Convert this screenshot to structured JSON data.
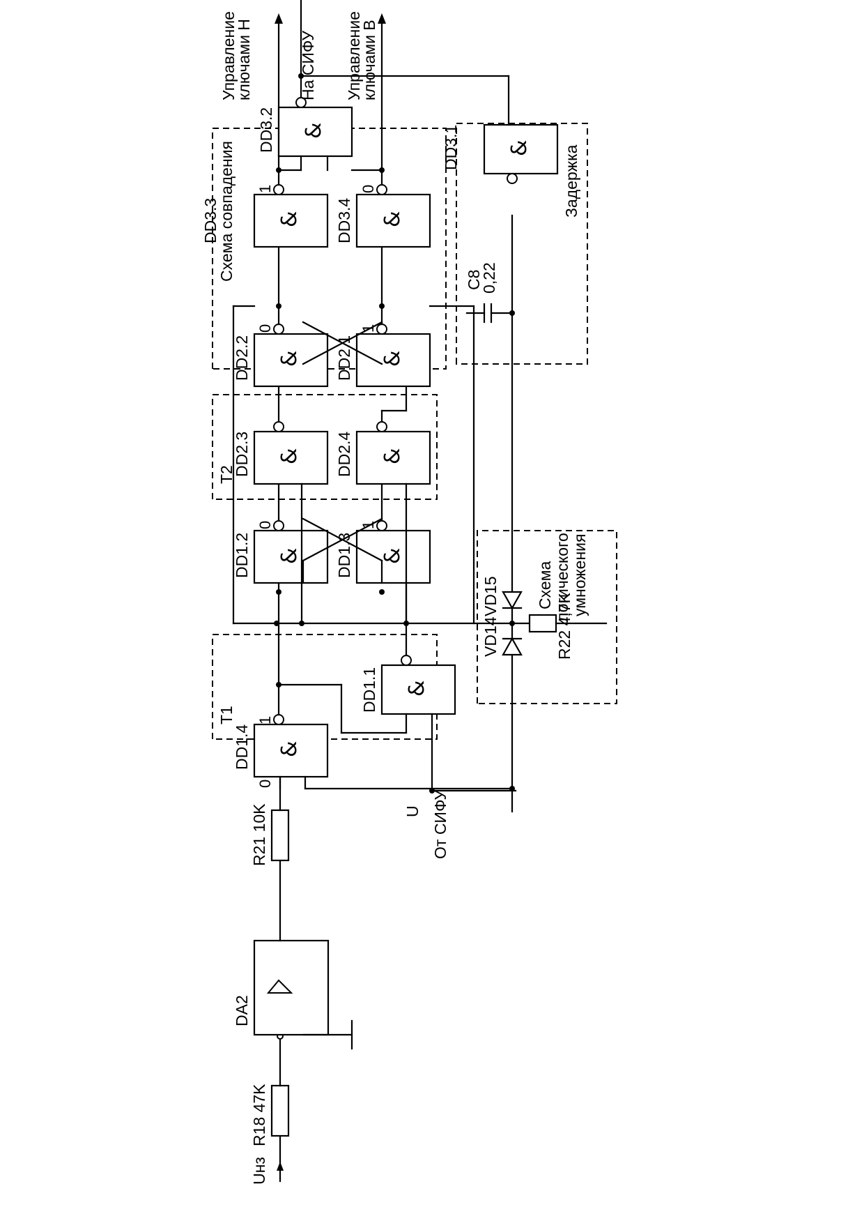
{
  "outputs": {
    "ctrl_n_line1": "Управление",
    "ctrl_n_line2": "ключами Н",
    "to_sifu": "На СИФУ",
    "ctrl_v_line1": "Управление",
    "ctrl_v_line2": "ключами В"
  },
  "blocks": {
    "coincidence": "Схема совпадения",
    "delay": "Задержка",
    "t1": "T1",
    "t2": "T2",
    "logic_mult_line1": "Схема",
    "logic_mult_line2": "логического",
    "logic_mult_line3": "умножения"
  },
  "gates": {
    "symbol": "&",
    "dd1_1": "DD1.1",
    "dd1_2": "DD1.2",
    "dd1_3": "DD1.3",
    "dd1_4": "DD1.4",
    "dd2_1": "DD2.1",
    "dd2_2": "DD2.2",
    "dd2_3": "DD2.3",
    "dd2_4": "DD2.4",
    "dd3_1": "DD3.1",
    "dd3_2": "DD3.2",
    "dd3_3": "DD3.3",
    "dd3_4": "DD3.4"
  },
  "components": {
    "da2": "DA2",
    "r18": "R18 47K",
    "r21": "R21 10K",
    "r22": "R22 4,7K",
    "c8_name": "C8",
    "c8_value": "0,22",
    "vd14": "VD14",
    "vd15": "VD15"
  },
  "signals": {
    "u_in": "Uнз",
    "u_sifu": "U",
    "from_sifu": "От СИФУ"
  },
  "states": {
    "dd1_4_in": "0",
    "dd1_4_out": "1",
    "dd1_2_out": "0",
    "dd1_3_out": "1",
    "dd2_2_out": "0",
    "dd2_1_out": "1",
    "dd3_3_out": "1",
    "dd3_4_out": "0"
  }
}
